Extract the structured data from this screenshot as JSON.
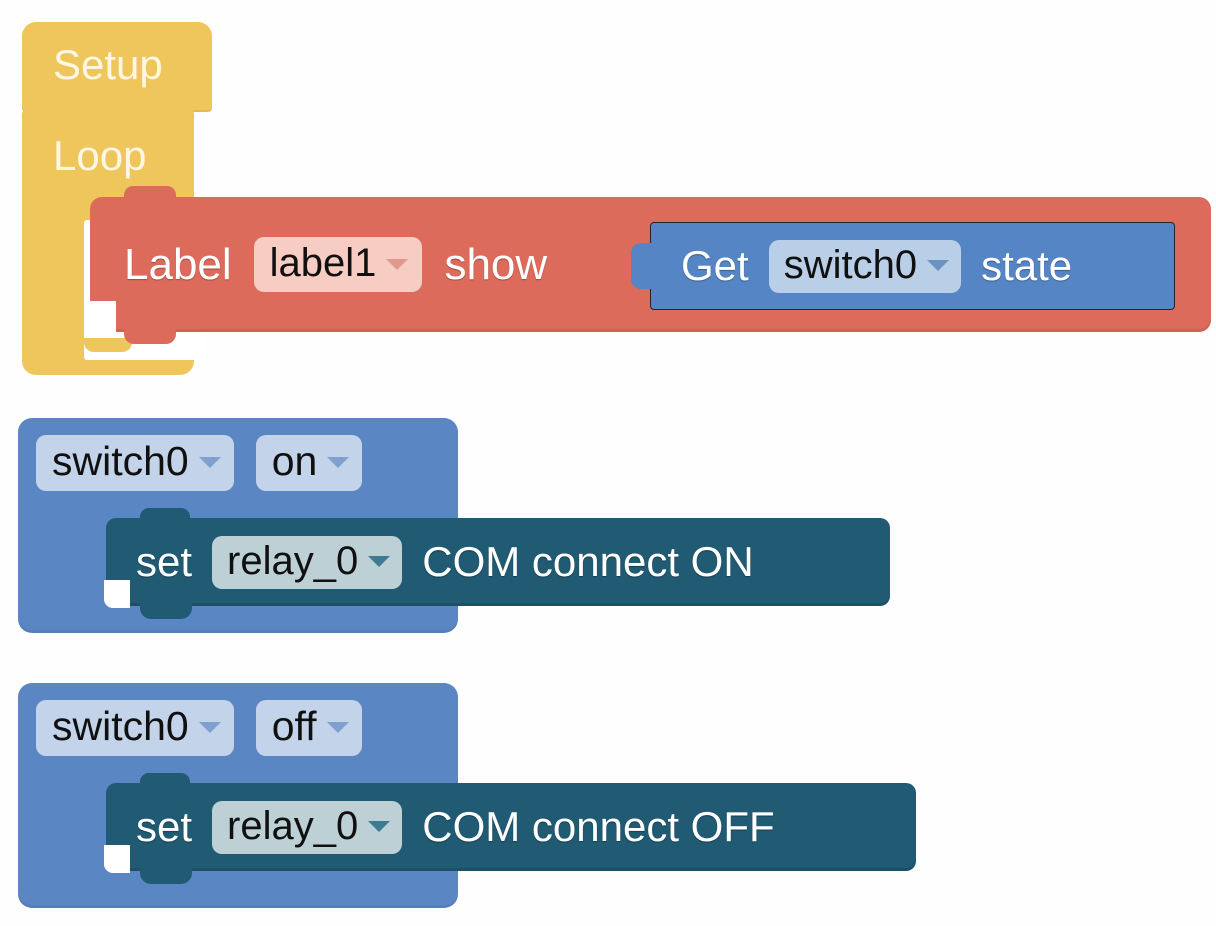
{
  "workspace": {
    "background_color": "#ffffff",
    "blocks": [
      {
        "id": "setup",
        "type": "hat",
        "label": "Setup",
        "color": "#EFC65C",
        "text_color": "#FFF7E2"
      },
      {
        "id": "loop",
        "type": "c-block",
        "label": "Loop",
        "color": "#EFC65C",
        "text_color": "#FFF7E2"
      },
      {
        "id": "label-show",
        "type": "statement",
        "color": "#DD6B5C",
        "prefix": "Label",
        "dropdown": {
          "value": "label1",
          "field_color": "#F6CCC3",
          "arrow_color": "#E0998C"
        },
        "suffix": "show"
      },
      {
        "id": "get-state",
        "type": "value",
        "color": "#5585C4",
        "prefix": "Get",
        "dropdown": {
          "value": "switch0",
          "field_color": "#B9CEE7",
          "arrow_color": "#6E92C0"
        },
        "suffix": "state"
      },
      {
        "id": "switch-on",
        "type": "event",
        "color": "#5B86C4",
        "dropdown_target": {
          "value": "switch0",
          "field_color": "#C3D4EA",
          "arrow_color": "#7FA0CD"
        },
        "dropdown_state": {
          "value": "on",
          "field_color": "#C3D4EA",
          "arrow_color": "#7FA0CD"
        },
        "child": {
          "id": "set-relay-on",
          "color": "#205A73",
          "prefix": "set",
          "dropdown": {
            "value": "relay_0",
            "field_color": "#BDD0D6",
            "arrow_color": "#3E7A92"
          },
          "suffix": "COM connect ON"
        }
      },
      {
        "id": "switch-off",
        "type": "event",
        "color": "#5B86C4",
        "dropdown_target": {
          "value": "switch0",
          "field_color": "#C3D4EA",
          "arrow_color": "#7FA0CD"
        },
        "dropdown_state": {
          "value": "off",
          "field_color": "#C3D4EA",
          "arrow_color": "#7FA0CD"
        },
        "child": {
          "id": "set-relay-off",
          "color": "#205A73",
          "prefix": "set",
          "dropdown": {
            "value": "relay_0",
            "field_color": "#BDD0D6",
            "arrow_color": "#3E7A92"
          },
          "suffix": "COM connect OFF"
        }
      }
    ]
  },
  "icons": {
    "dropdown_arrow": "chevron-down-icon"
  }
}
